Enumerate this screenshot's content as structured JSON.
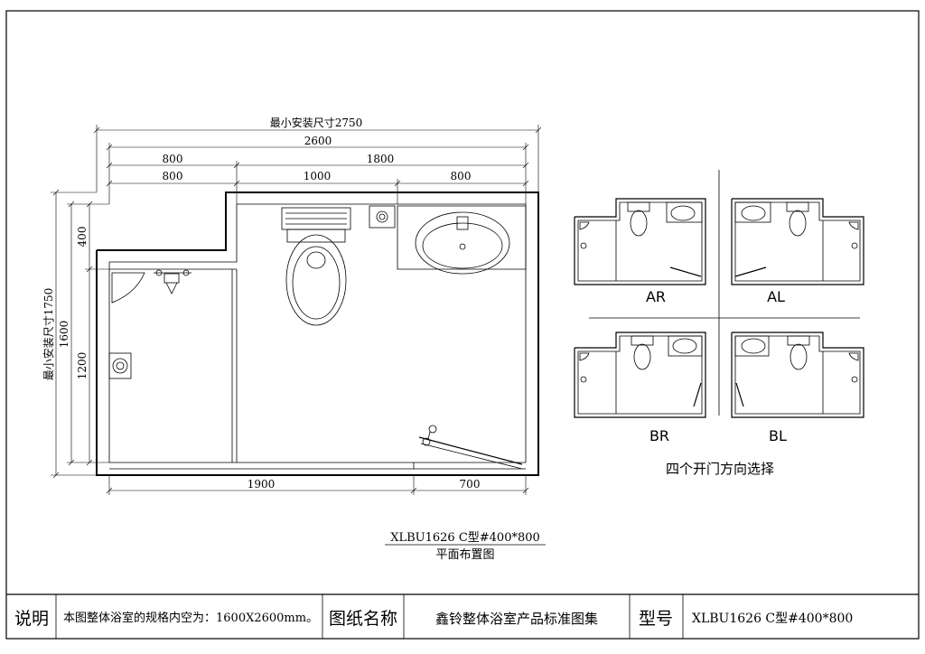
{
  "plan": {
    "dims_top": {
      "min_install": "最小安装尺寸2750",
      "total": "2600",
      "row2_left": "800",
      "row2_right": "1800",
      "row3_left": "800",
      "row3_mid": "1000",
      "row3_right": "800"
    },
    "dims_left": {
      "min_install": "最小安装尺寸1750",
      "total": "1600",
      "top_part": "400",
      "bottom_part": "1200"
    },
    "dims_bottom": {
      "left": "1900",
      "right": "700"
    },
    "model_line": "XLBU1626 C型#400*800",
    "subtitle": "平面布置图"
  },
  "variants": {
    "items": [
      {
        "label": "AR"
      },
      {
        "label": "AL"
      },
      {
        "label": "BR"
      },
      {
        "label": "BL"
      }
    ],
    "caption": "四个开门方向选择"
  },
  "title_block": {
    "desc_label": "说明",
    "desc_text": "本图整体浴室的规格内空为：1600X2600mm。",
    "drawing_name_label": "图纸名称",
    "drawing_name": "鑫铃整体浴室产品标准图集",
    "model_label": "型号",
    "model_value": "XLBU1626 C型#400*800"
  }
}
